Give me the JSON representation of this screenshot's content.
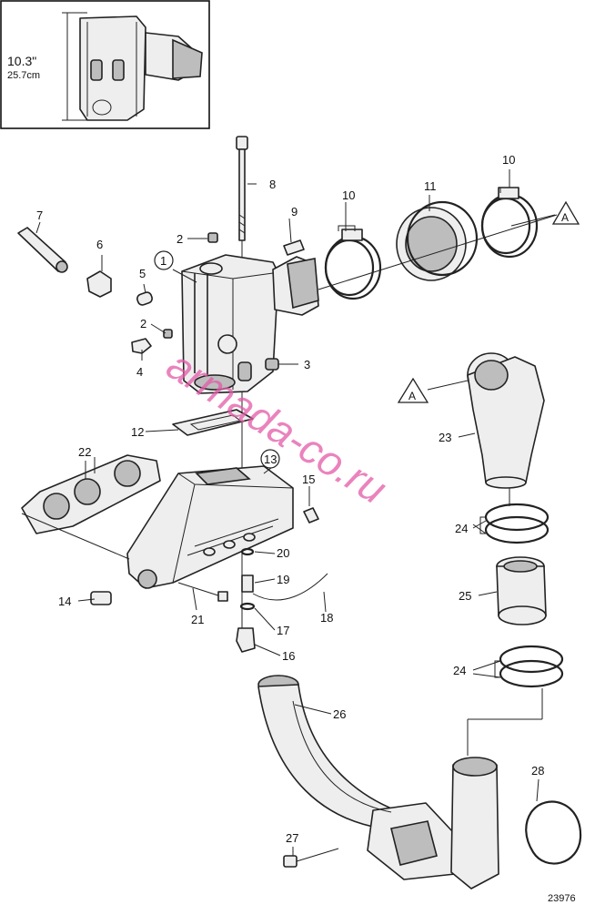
{
  "dimension_inset": {
    "height_imperial": "10.3\"",
    "height_metric": "25.7cm"
  },
  "callouts": {
    "p1": "1",
    "p2a": "2",
    "p2b": "2",
    "p3": "3",
    "p4": "4",
    "p5": "5",
    "p6": "6",
    "p7": "7",
    "p8": "8",
    "p9": "9",
    "p10a": "10",
    "p10b": "10",
    "p11": "11",
    "p12": "12",
    "p13": "13",
    "p14": "14",
    "p15": "15",
    "p16": "16",
    "p17": "17",
    "p18": "18",
    "p19": "19",
    "p20": "20",
    "p21": "21",
    "p22": "22",
    "p23": "23",
    "p24a": "24",
    "p24b": "24",
    "p25": "25",
    "p26": "26",
    "p27": "27",
    "p28": "28",
    "refA_right": "A",
    "refA_left": "A"
  },
  "watermark": "armada-co.ru",
  "figure_number": "23976"
}
